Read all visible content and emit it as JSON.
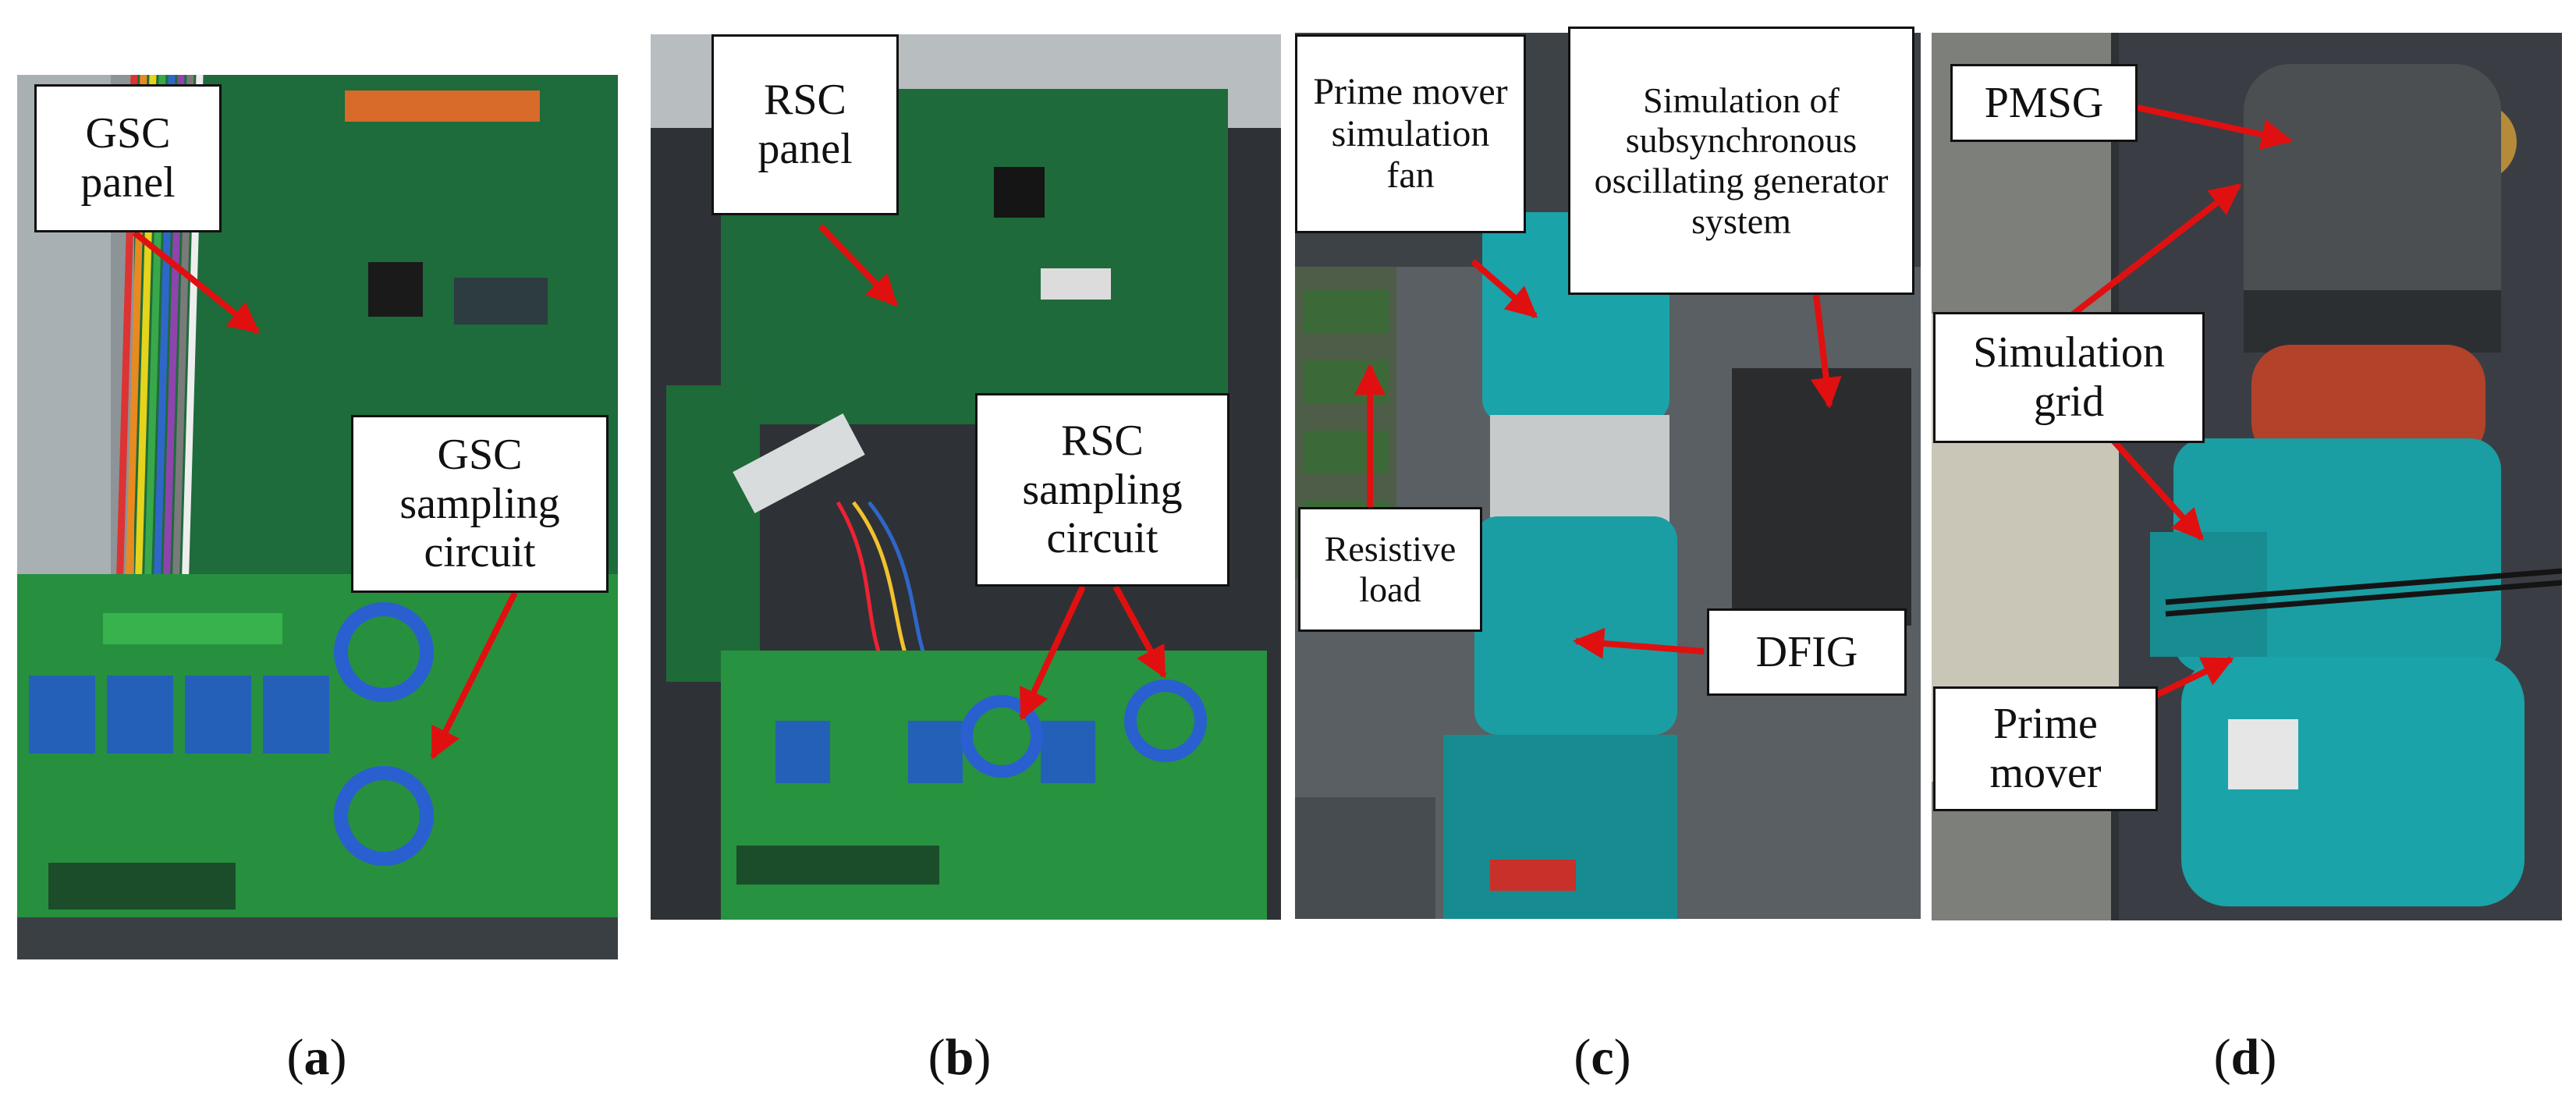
{
  "panels": [
    {
      "callouts": {
        "panel": "GSC panel",
        "sampling": "GSC sampling circuit"
      },
      "caption": "a"
    },
    {
      "callouts": {
        "panel": "RSC panel",
        "sampling": "RSC sampling circuit"
      },
      "caption": "b"
    },
    {
      "callouts": {
        "fan": "Prime mover simulation fan",
        "oscillating": "Simulation of subsynchronous oscillating generator system",
        "load": "Resistive load",
        "dfig": "DFIG"
      },
      "caption": "c"
    },
    {
      "callouts": {
        "pmsg": "PMSG",
        "grid": "Simulation grid",
        "prime": "Prime mover"
      },
      "caption": "d"
    }
  ],
  "colors": {
    "arrow": "#e01010",
    "pcb_green": "#1f8a3a",
    "motor_teal": "#1aa3a8",
    "dark_background": "#2a2a2a"
  }
}
